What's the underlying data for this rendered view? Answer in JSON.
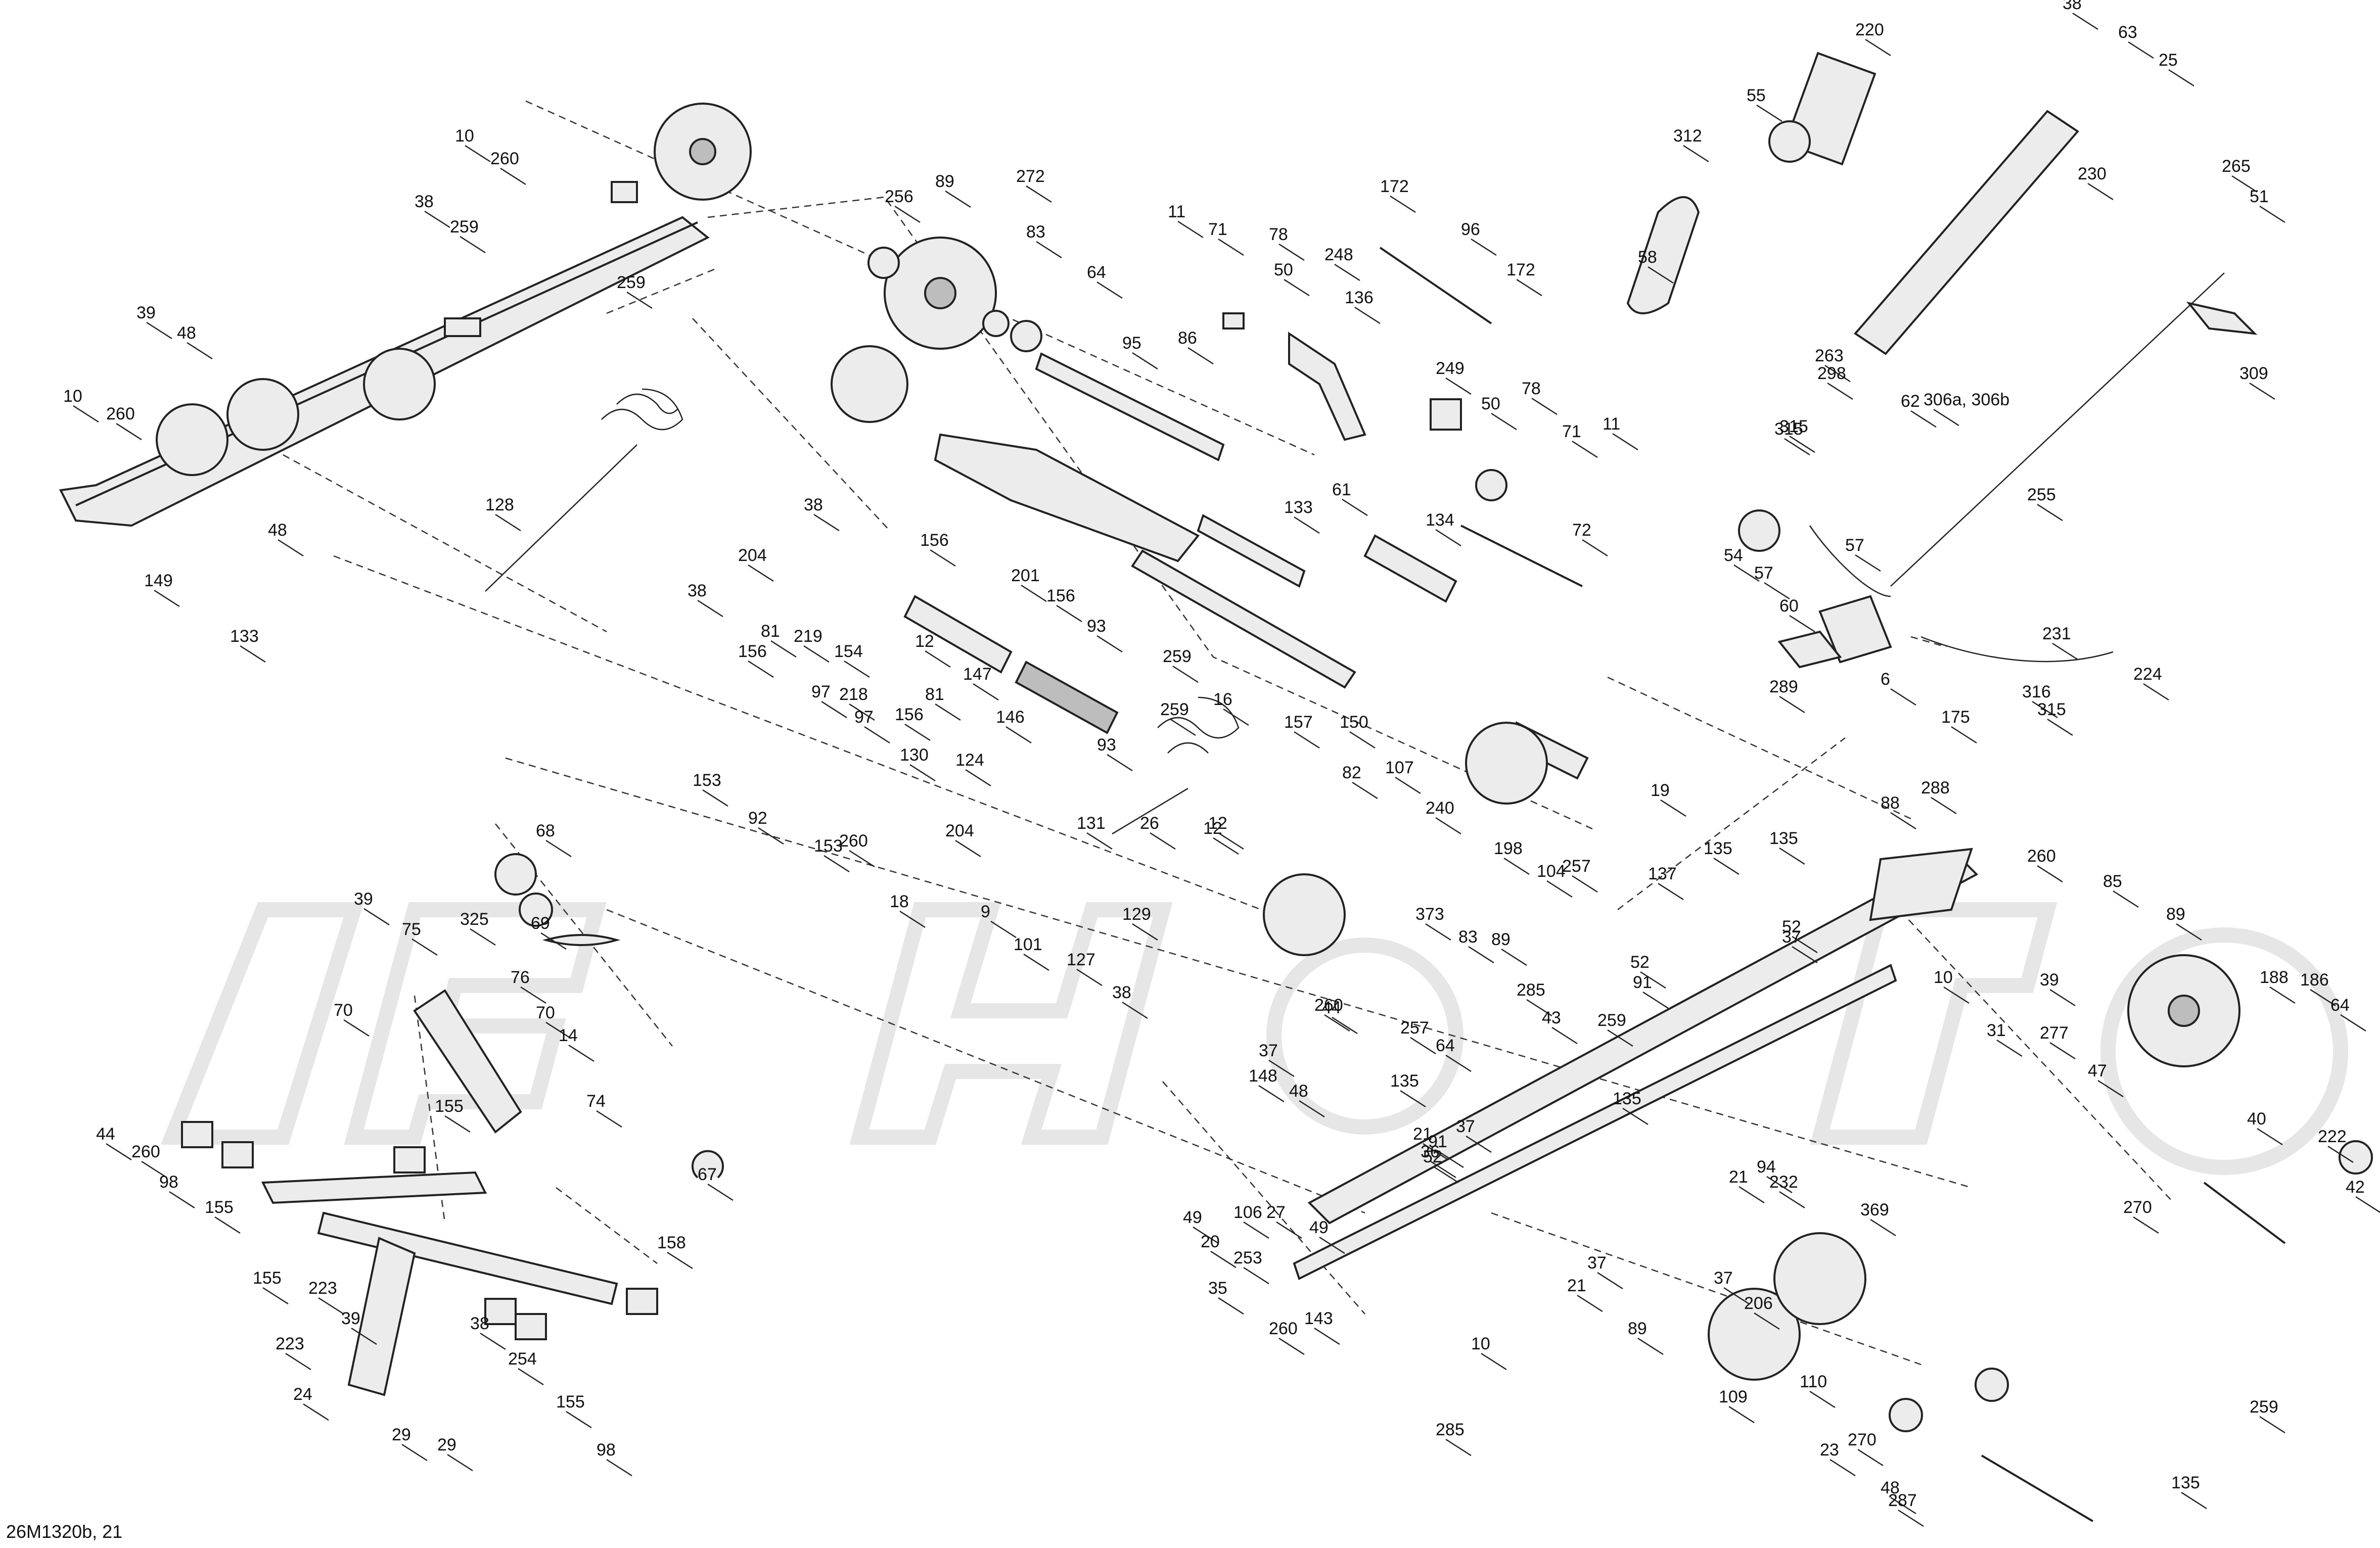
{
  "diagram_code": "26M1320b, 21",
  "callouts": [
    "10",
    "260",
    "38",
    "259",
    "259",
    "39",
    "48",
    "10",
    "260",
    "48",
    "149",
    "133",
    "128",
    "89",
    "272",
    "83",
    "64",
    "95",
    "86",
    "38",
    "156",
    "201",
    "156",
    "93",
    "133",
    "134",
    "72",
    "11",
    "71",
    "78",
    "50",
    "248",
    "136",
    "61",
    "172",
    "96",
    "172",
    "249",
    "50",
    "78",
    "71",
    "11",
    "220",
    "55",
    "312",
    "58",
    "263",
    "38",
    "63",
    "25",
    "230",
    "265",
    "51",
    "309",
    "62",
    "298",
    "315",
    "306a, 306b",
    "315",
    "255",
    "54",
    "57",
    "57",
    "60",
    "289",
    "6",
    "175",
    "316",
    "315",
    "231",
    "224",
    "38",
    "204",
    "81",
    "156",
    "219",
    "154",
    "97",
    "218",
    "97",
    "156",
    "81",
    "153",
    "92",
    "153",
    "260",
    "18",
    "12",
    "147",
    "146",
    "130",
    "124",
    "93",
    "204",
    "259",
    "131",
    "26",
    "12",
    "259",
    "16",
    "157",
    "150",
    "82",
    "107",
    "240",
    "198",
    "104",
    "257",
    "19",
    "12",
    "129",
    "127",
    "101",
    "9",
    "38",
    "68",
    "69",
    "76",
    "70",
    "14",
    "74",
    "67",
    "39",
    "75",
    "70",
    "325",
    "44",
    "260",
    "98",
    "155",
    "155",
    "158",
    "155",
    "223",
    "39",
    "223",
    "24",
    "29",
    "29",
    "38",
    "254",
    "155",
    "98",
    "260",
    "44",
    "373",
    "83",
    "64",
    "89",
    "285",
    "43",
    "257",
    "37",
    "148",
    "48",
    "135",
    "91",
    "52",
    "37",
    "21",
    "36",
    "49",
    "106",
    "49",
    "20",
    "253",
    "35",
    "27",
    "143",
    "260",
    "10",
    "285",
    "21",
    "37",
    "206",
    "89",
    "37",
    "21",
    "94",
    "232",
    "369",
    "109",
    "110",
    "23",
    "270",
    "48",
    "287",
    "135",
    "91",
    "135",
    "52",
    "259",
    "135",
    "137",
    "135",
    "52",
    "37",
    "88",
    "288",
    "260",
    "10",
    "31",
    "39",
    "277",
    "47",
    "85",
    "89",
    "188",
    "186",
    "64",
    "40",
    "222",
    "42",
    "270",
    "259",
    "256"
  ],
  "leaders_only": true
}
